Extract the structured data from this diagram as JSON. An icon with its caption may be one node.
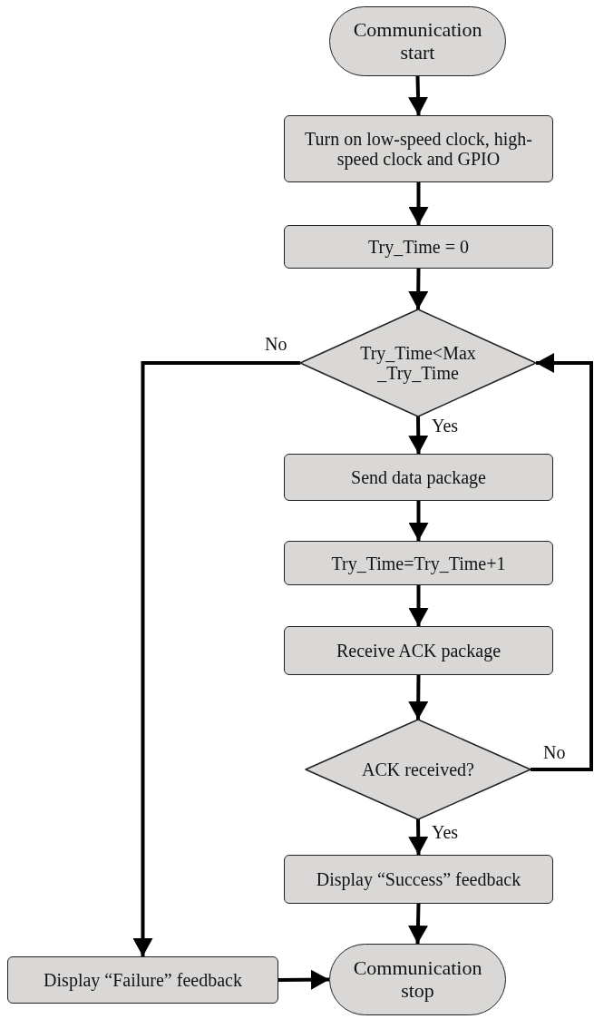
{
  "diagram": {
    "nodes": [
      {
        "text": [
          "Communication start"
        ]
      },
      {
        "text": [
          "Turn on low-speed clock, high-speed clock and GPIO"
        ]
      },
      {
        "text": [
          "Try_Time = 0"
        ]
      },
      {
        "text": [
          "Try_Time<Max _Try_Time"
        ]
      },
      {
        "text": [
          "Send data package"
        ]
      },
      {
        "text": [
          "Try_Time=Try_Time+1"
        ]
      },
      {
        "text": [
          "Receive ACK package"
        ]
      },
      {
        "text": [
          "ACK received?"
        ]
      },
      {
        "text": [
          "Display “Success” feedback"
        ]
      },
      {
        "text": [
          "Communication stop"
        ]
      },
      {
        "text": [
          "Display “Failure” feedback"
        ]
      }
    ],
    "edges": [
      {
        "from": 0,
        "to": 1,
        "arrow": "to"
      },
      {
        "from": 1,
        "to": 2,
        "arrow": "to"
      },
      {
        "from": 2,
        "to": 3,
        "arrow": "to"
      },
      {
        "from": 3,
        "to": 4,
        "arrow": "to",
        "label": "Yes"
      },
      {
        "from": 4,
        "to": 5,
        "arrow": "to"
      },
      {
        "from": 5,
        "to": 6,
        "arrow": "to"
      },
      {
        "from": 6,
        "to": 7,
        "arrow": "to"
      },
      {
        "from": 7,
        "to": 8,
        "arrow": "to",
        "label": "Yes"
      },
      {
        "from": 8,
        "to": 9,
        "arrow": "to"
      },
      {
        "from": 7,
        "to": 3,
        "arrow": "to",
        "label": "No"
      },
      {
        "from": 3,
        "to": 10,
        "arrow": "to",
        "label": "No"
      },
      {
        "from": 10,
        "to": 9,
        "arrow": "to"
      }
    ]
  }
}
